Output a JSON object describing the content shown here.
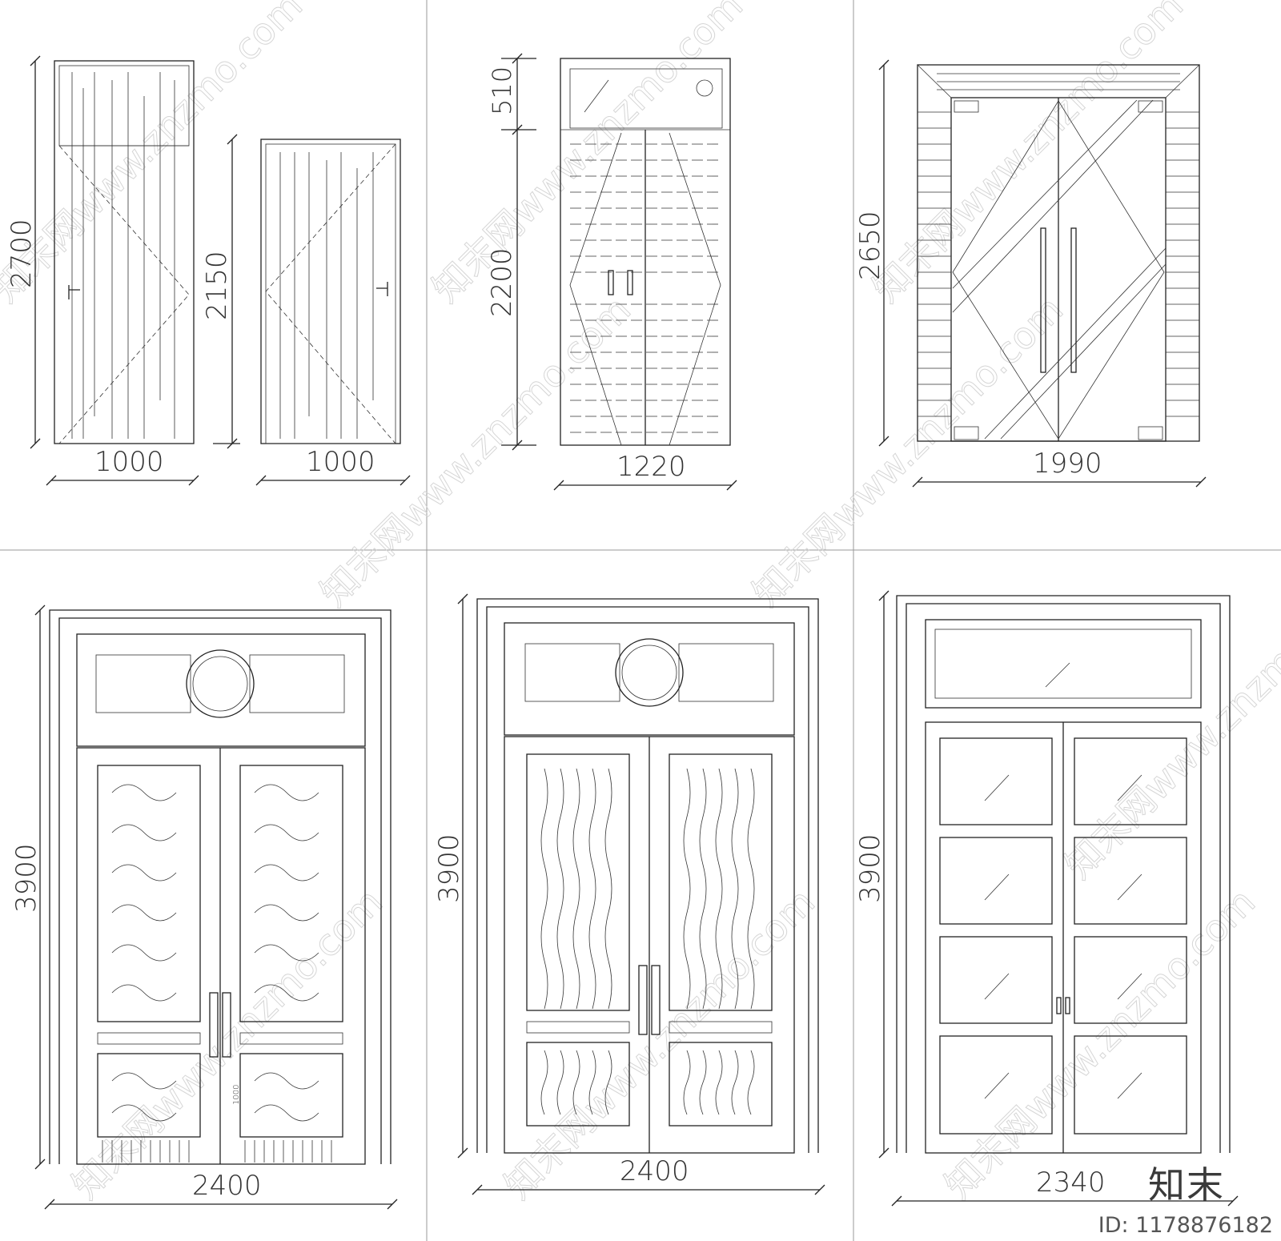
{
  "dimensions": {
    "d1_height": "2700",
    "d1_width": "1000",
    "d2_height": "2150",
    "d2_width": "1000",
    "d3_top": "510",
    "d3_height": "2200",
    "d3_width": "1220",
    "d4_height": "2650",
    "d4_width": "1990",
    "d5_height": "3900",
    "d5_width": "2400",
    "d6_height": "3900",
    "d6_width": "2400",
    "d7_height": "3900",
    "d7_width": "2340",
    "d5_small_label": "1000"
  },
  "watermark": {
    "text": "知末网www.znzmo.com"
  },
  "brand": {
    "logo_text": "知末",
    "id_text": "ID: 1178876182"
  },
  "colors": {
    "line": "#222222",
    "grid": "#999999",
    "watermark": "#d6d6d6",
    "background": "#ffffff"
  }
}
